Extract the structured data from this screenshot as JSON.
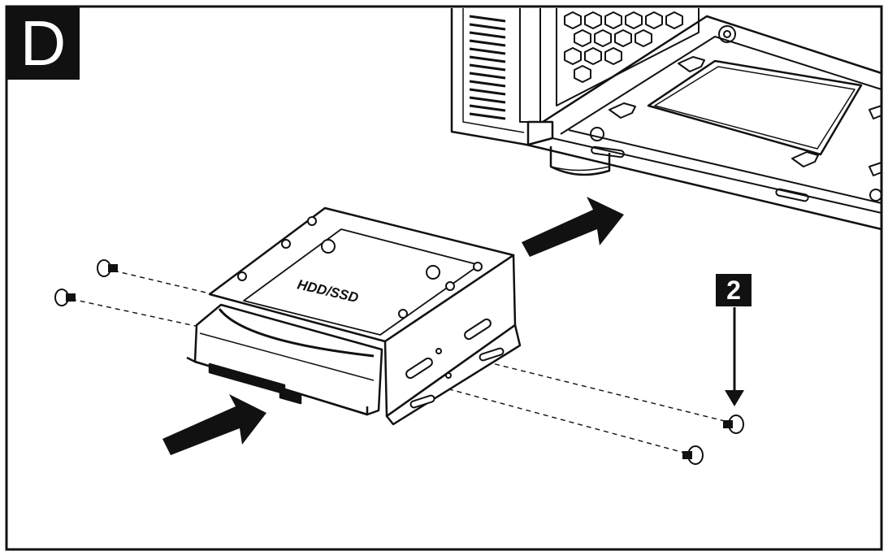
{
  "step": {
    "letter": "D"
  },
  "screw_callout": {
    "number": "2"
  },
  "drive": {
    "label": "HDD/SSD"
  },
  "colors": {
    "ink": "#111111",
    "paper": "#ffffff"
  },
  "icons": [
    "screw-icon",
    "push-arrow-icon",
    "down-arrow-icon"
  ]
}
